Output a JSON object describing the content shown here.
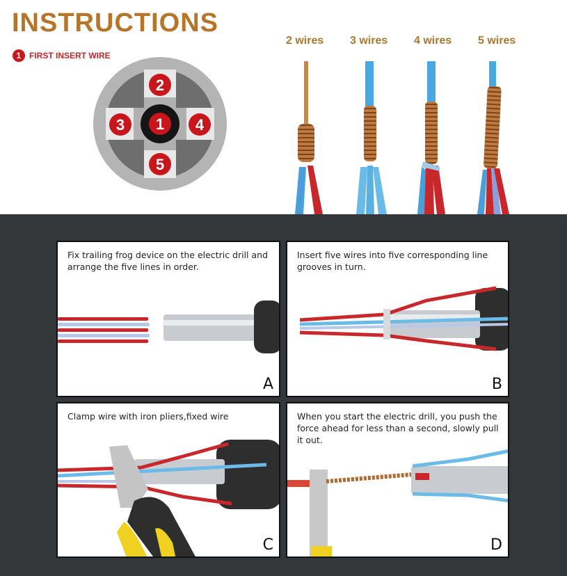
{
  "header": {
    "title": "INSTRUCTIONS",
    "first_insert": {
      "number": "1",
      "label": "FIRST INSERT WIRE"
    }
  },
  "diagram": {
    "slots": [
      {
        "number": "1",
        "position": "center"
      },
      {
        "number": "2",
        "position": "top"
      },
      {
        "number": "3",
        "position": "left"
      },
      {
        "number": "4",
        "position": "right"
      },
      {
        "number": "5",
        "position": "bottom"
      }
    ],
    "colors": {
      "badge": "#c8161d",
      "outer_ring": "#a9a9a9",
      "inner": "#6e6e6e",
      "center": "#151515"
    }
  },
  "wire_examples": {
    "labels": [
      "2 wires",
      "3 wires",
      "4 wires",
      "5 wires"
    ]
  },
  "steps": [
    {
      "letter": "A",
      "text": "Fix trailing frog device on the electric drill and arrange the five lines in order."
    },
    {
      "letter": "B",
      "text": "Insert five wires into five corresponding line grooves in turn."
    },
    {
      "letter": "C",
      "text": "Clamp wire with iron pliers,fixed wire"
    },
    {
      "letter": "D",
      "text": "When you start the electric drill, you push the force ahead for less than a second, slowly pull it out."
    }
  ],
  "colors": {
    "title": "#b5762a",
    "wire_label": "#a67a32",
    "dark_bg": "#33373a",
    "red_wire": "#c8282c",
    "blue_wire": "#5ab0e0",
    "copper": "#b86a32"
  }
}
